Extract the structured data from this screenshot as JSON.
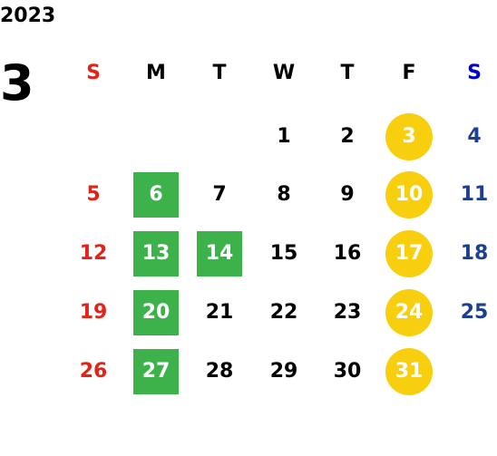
{
  "year": "2023",
  "month": "3",
  "weekdays": [
    "S",
    "M",
    "T",
    "W",
    "T",
    "F",
    "S"
  ],
  "weekday_colors": [
    "#e2231a",
    "#000000",
    "#000000",
    "#000000",
    "#000000",
    "#000000",
    "#0000cc"
  ],
  "day_colors": {
    "sunday": "#e2231a",
    "saturday": "#1d3f8f",
    "weekday": "#000000",
    "highlight_green": "#3db24b",
    "highlight_yellow": "#f8cf0e"
  },
  "weeks": [
    [
      null,
      null,
      null,
      {
        "d": "1"
      },
      {
        "d": "2"
      },
      {
        "d": "3",
        "mark": "yellow"
      },
      {
        "d": "4"
      }
    ],
    [
      {
        "d": "5"
      },
      {
        "d": "6",
        "mark": "green"
      },
      {
        "d": "7"
      },
      {
        "d": "8"
      },
      {
        "d": "9"
      },
      {
        "d": "10",
        "mark": "yellow"
      },
      {
        "d": "11"
      }
    ],
    [
      {
        "d": "12"
      },
      {
        "d": "13",
        "mark": "green"
      },
      {
        "d": "14",
        "mark": "green"
      },
      {
        "d": "15"
      },
      {
        "d": "16"
      },
      {
        "d": "17",
        "mark": "yellow"
      },
      {
        "d": "18"
      }
    ],
    [
      {
        "d": "19"
      },
      {
        "d": "20",
        "mark": "green"
      },
      {
        "d": "21"
      },
      {
        "d": "22"
      },
      {
        "d": "23"
      },
      {
        "d": "24",
        "mark": "yellow"
      },
      {
        "d": "25"
      }
    ],
    [
      {
        "d": "26"
      },
      {
        "d": "27",
        "mark": "green"
      },
      {
        "d": "28"
      },
      {
        "d": "29"
      },
      {
        "d": "30"
      },
      {
        "d": "31",
        "mark": "yellow"
      },
      null
    ]
  ]
}
